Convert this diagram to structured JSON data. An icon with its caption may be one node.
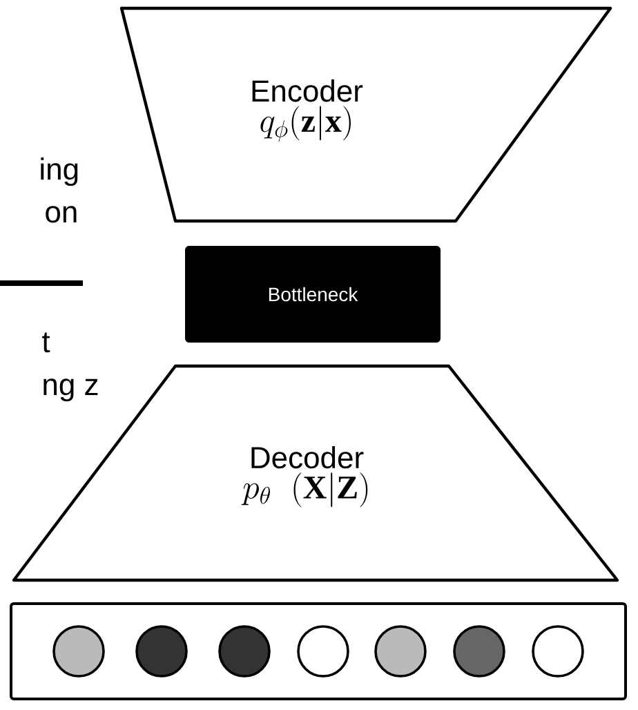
{
  "diagram": {
    "nodes": [
      {
        "text": [
          "Encoder",
          "q_{\\phi}(\\mathbf{z}|\\mathbf{x})"
        ]
      },
      {
        "text": [
          "Bottleneck"
        ]
      },
      {
        "text": [
          "Decoder",
          "p_{\\theta}\\;\\;(\\mathbf{X}|\\mathbf{Z})"
        ]
      },
      {
        "text": [],
        "shape": "box"
      },
      {
        "text": [],
        "shape": "circle",
        "in": 3
      },
      {
        "text": [],
        "shape": "circle",
        "in": 3
      },
      {
        "text": [],
        "shape": "circle",
        "in": 3
      },
      {
        "text": [],
        "shape": "circle",
        "in": 3
      },
      {
        "text": [],
        "shape": "circle",
        "in": 3
      },
      {
        "text": [],
        "shape": "circle",
        "in": 3
      },
      {
        "text": [],
        "shape": "circle",
        "in": 3
      }
    ],
    "edges": [],
    "labels": [
      "ing",
      "on",
      "t",
      "ng z"
    ]
  }
}
